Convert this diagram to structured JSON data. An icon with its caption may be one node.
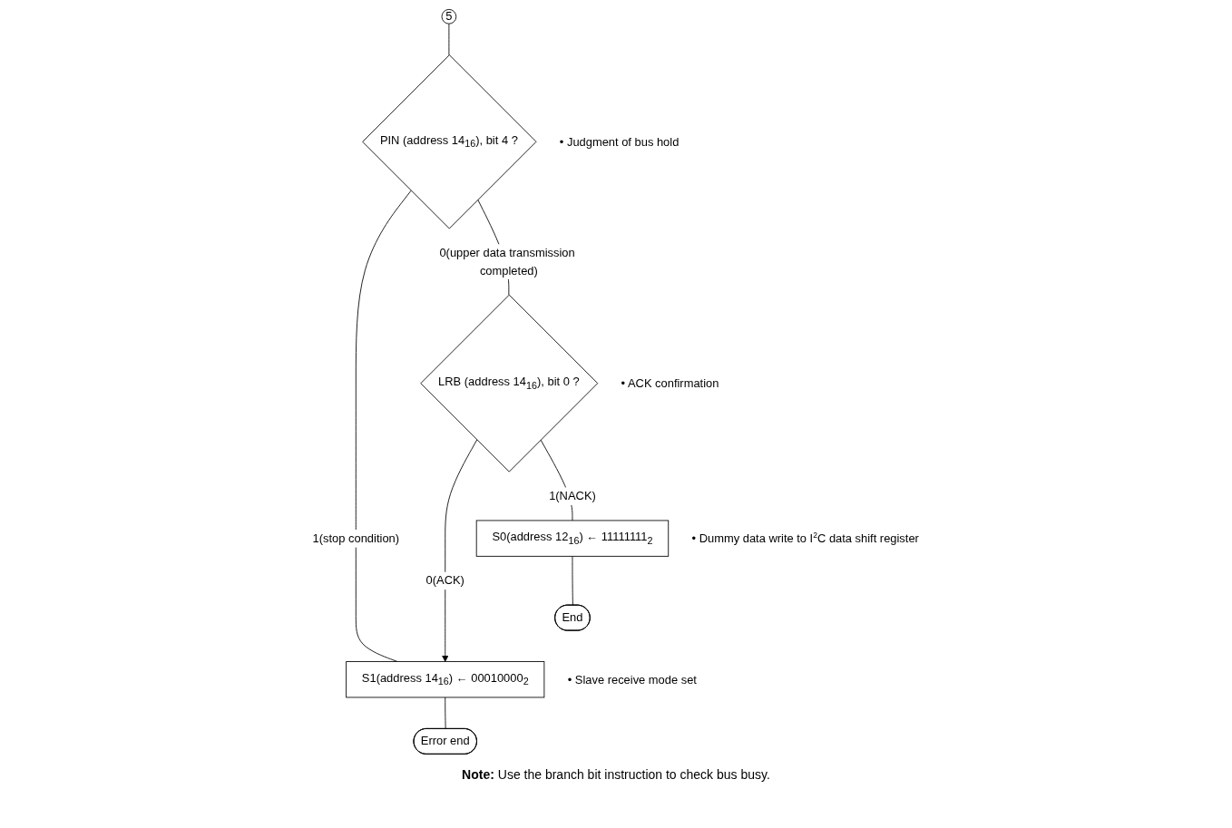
{
  "diagram": {
    "nodes": [
      {
        "text": [
          "5"
        ]
      },
      {
        "text": [
          "PIN (address 14$_{16}$), bit 4 ?"
        ],
        "beside": [
          "• Judgment of bus hold"
        ]
      },
      {
        "text": [
          "LRB (address 14$_{16}$), bit 0 ?"
        ],
        "beside": [
          "• ACK confirmation"
        ]
      },
      {
        "text": [
          "S0(address 12$_{16}$) ← 11111111$_{2}$"
        ],
        "beside": [
          "• Dummy data write to I$^{2}$C data shift register"
        ]
      },
      {
        "text": [
          "End"
        ]
      },
      {
        "text": [
          "S1(address 14$_{16}$) ← 00010000$_{2}$"
        ],
        "beside": [
          "• Slave receive mode set"
        ]
      },
      {
        "text": [
          "Error end"
        ]
      }
    ],
    "edges": [
      {
        "from": 0,
        "to": 1,
        "arrow": "none"
      },
      {
        "from": 1,
        "to": 5,
        "arrow": "none",
        "label": "1(stop condition)"
      },
      {
        "from": 1,
        "to": 2,
        "arrow": "none",
        "label": "0(upper data transmission completed)"
      },
      {
        "from": 2,
        "to": 5,
        "arrow": "to",
        "label": "0(ACK)"
      },
      {
        "from": 2,
        "to": 3,
        "arrow": "none",
        "label": "1(NACK)"
      },
      {
        "from": 3,
        "to": 4,
        "arrow": "none"
      },
      {
        "from": 5,
        "to": 6,
        "arrow": "none"
      }
    ],
    "labels": [
      "**Note:** Use the branch bit instruction to check bus busy."
    ]
  }
}
